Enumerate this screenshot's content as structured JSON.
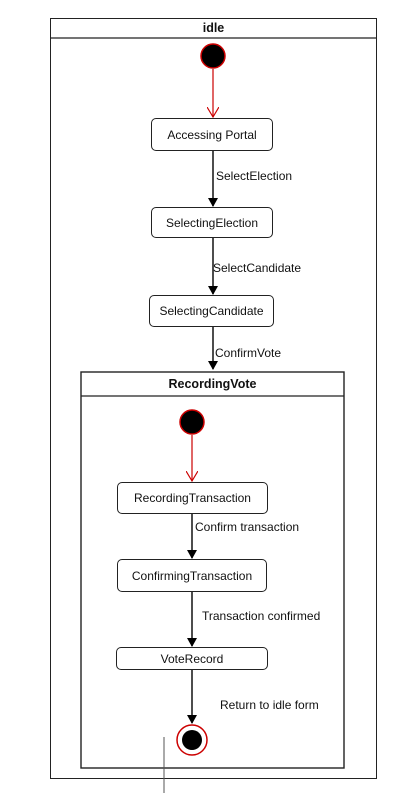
{
  "outer_state": {
    "title": "idle"
  },
  "states": {
    "accessing_portal": "Accessing Portal",
    "selecting_election": "SelectingElection",
    "selecting_candidate": "SelectingCandidate"
  },
  "transitions": {
    "select_election": "SelectElection",
    "select_candidate": "SelectCandidate",
    "confirm_vote": "ConfirmVote"
  },
  "composite_state": {
    "title": "RecordingVote",
    "states": {
      "recording_transaction": "RecordingTransaction",
      "confirming_transaction": "ConfirmingTransaction",
      "vote_record": "VoteRecord"
    },
    "transitions": {
      "confirm_transaction": "Confirm transaction",
      "transaction_confirmed": "Transaction confirmed",
      "return_to_idle": "Return to idle form"
    }
  },
  "colors": {
    "initial_fill": "#000000",
    "initial_stroke": "#cc0000",
    "initial_arrow": "#cc0000",
    "edge": "#000000"
  }
}
